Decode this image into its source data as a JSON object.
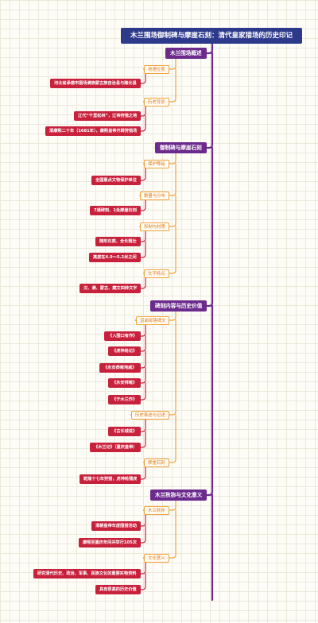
{
  "title": "木兰围场御制碑与摩崖石刻：清代皇家猎场的历史印记",
  "sections": [
    {
      "label": "木兰围场概述",
      "subs": [
        {
          "label": "地理位置",
          "leaves": [
            "河北省承德市围场满族蒙古族自治县与隆化县"
          ]
        },
        {
          "label": "历史背景",
          "leaves": [
            "辽代“千里松林”，辽帝狩猎之地",
            "清康熙二十年（1681年），康熙皇帝开辟狩猎场"
          ]
        }
      ]
    },
    {
      "label": "御制碑与摩崖石刻",
      "subs": [
        {
          "label": "保护等级",
          "leaves": [
            "全国重点文物保护单位"
          ]
        },
        {
          "label": "数量与分布",
          "leaves": [
            "7通碑刻、1处摩崖石刻"
          ]
        },
        {
          "label": "形制与材质",
          "leaves": [
            "随形石质、全长粗壮",
            "高度在4.9～5.2米之间"
          ]
        },
        {
          "label": "文字特点",
          "leaves": [
            "汉、满、蒙古、藏文四种文字"
          ]
        }
      ]
    },
    {
      "label": "碑刻内容与历史价值",
      "subs": [
        {
          "label": "诏谕部落碑文",
          "leaves": [
            "《入围口有作》",
            "《虎神枪记》",
            "《永安莽喀地威》",
            "《永安拜喀》",
            "《于木兰作》"
          ]
        },
        {
          "label": "历史事迹与记述",
          "leaves": [
            "《古长城说》",
            "《木兰记》（嘉庆皇帝）"
          ]
        },
        {
          "label": "摩崖石刻",
          "leaves": [
            "乾隆十七年狩猎，虎神枪殪虎"
          ]
        }
      ]
    },
    {
      "label": "木兰秋狝与文化意义",
      "subs": [
        {
          "label": "木兰秋狝",
          "leaves": [
            "清朝皇帝年度围猎活动",
            "康熙至嘉庆年间共举行105次"
          ]
        },
        {
          "label": "文化意义",
          "leaves": [
            "研究清代历史、政治、军事、民族文化的重要实物资料",
            "具有很高的历史价值"
          ]
        }
      ]
    }
  ],
  "colors": {
    "root": "#2d3a8c",
    "section": "#6b2a8c",
    "sub_border": "#f2a23c",
    "sub_text": "#e07a1f",
    "leaf": "#c8213c"
  }
}
